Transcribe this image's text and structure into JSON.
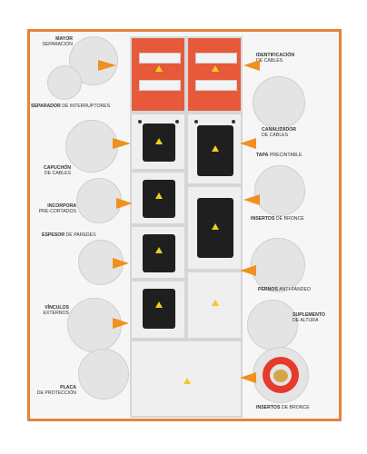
{
  "labels": {
    "mayor_separacion_1": "MAYOR",
    "mayor_separacion_2": "SEPARACIÓN",
    "separador_1": "SEPARADOR",
    "separador_2": "DE INTERRUPTORES",
    "capuchon_1": "CAPUCHÓN",
    "capuchon_2": "DE CABLES",
    "incorpora_1": "INCORPORA",
    "incorpora_2": "PRE-CORTADOS",
    "espesor_1": "ESPESOR",
    "espesor_2": "DE PAREDES",
    "vinculos_1": "VÍNCULOS",
    "vinculos_2": "EXTERNOS",
    "placa_1": "PLACA",
    "placa_2": "DE PROTECCIÓN",
    "identificacion_1": "IDENTIFICACIÓN",
    "identificacion_2": "DE CABLES",
    "canalizador_1": "CANALIZADOR",
    "canalizador_2": "DE CABLES",
    "tapa_1": "TAPA",
    "tapa_2": "PRECINTABLE",
    "insertos_1": "INSERTOS",
    "insertos_2": "DE BRONCE",
    "pernos_1": "PERNOS",
    "pernos_2": "ANTI-FANDEO",
    "suplemento_1": "SUPLEMENTO",
    "suplemento_2": "DE ALTURA",
    "insertos_b_1": "INSERTOS",
    "insertos_b_2": "DE BRONCE"
  },
  "colors": {
    "frame": "#e8823a",
    "orange_panel": "#e65a3a",
    "arrow": "#f0901e",
    "warning": "#f2cc1d"
  }
}
